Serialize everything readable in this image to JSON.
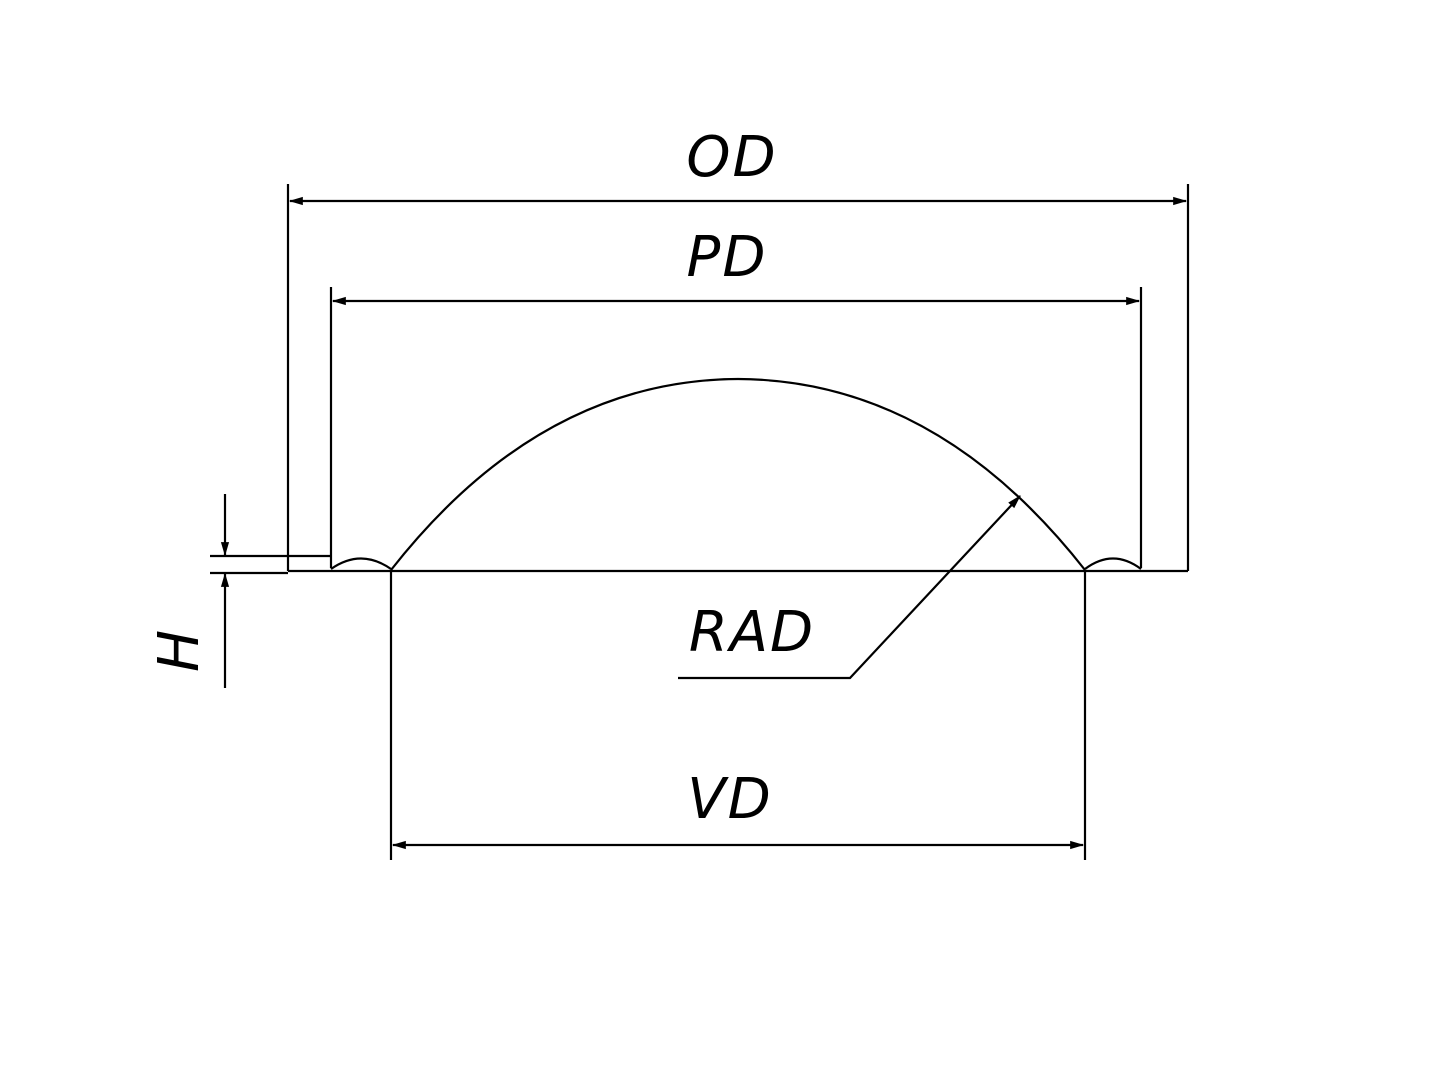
{
  "diagram": {
    "labels": {
      "outer_diameter": "OD",
      "pitch_diameter": "PD",
      "radius": "RAD",
      "vent_diameter": "VD",
      "height": "H"
    },
    "colors": {
      "line": "#000000",
      "background": "#ffffff"
    }
  }
}
